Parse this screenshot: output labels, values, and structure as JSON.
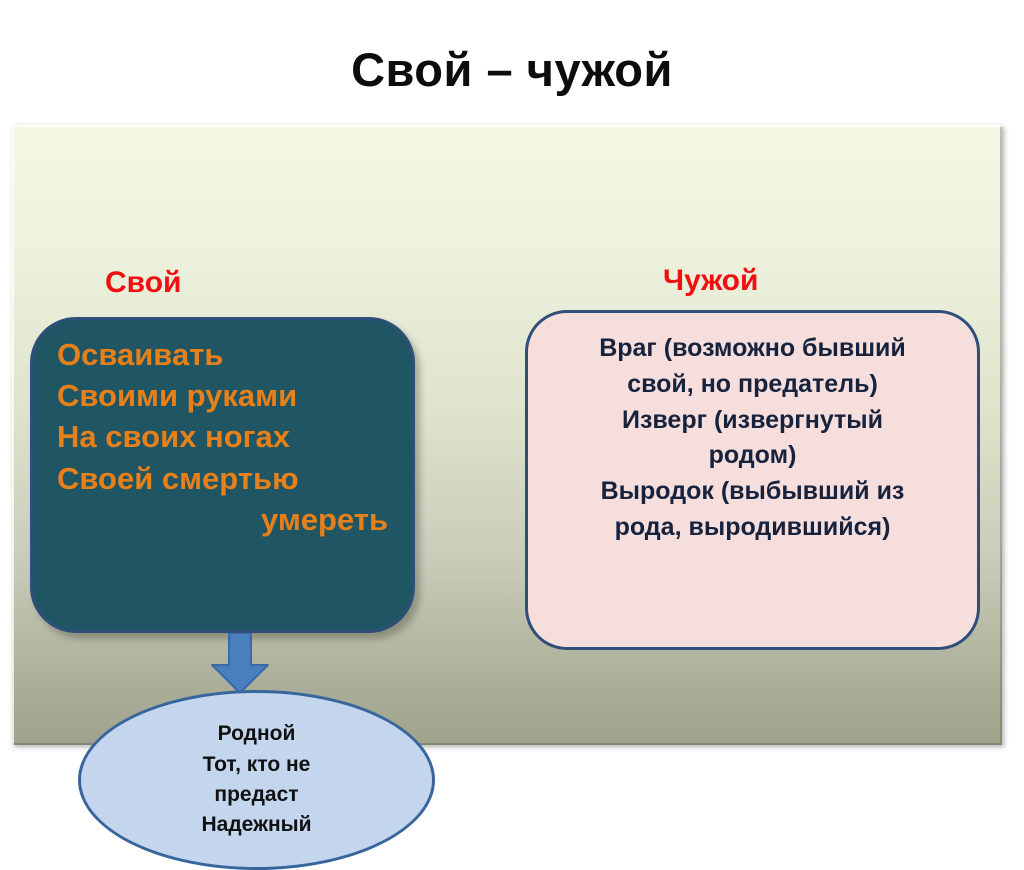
{
  "slide": {
    "title": "Свой – чужой",
    "columns": {
      "left_heading": "Свой",
      "right_heading": "Чужой"
    },
    "teal_box": {
      "lines": [
        "Осваивать",
        "Своими руками",
        "На своих ногах",
        "Своей смертью",
        "умереть"
      ],
      "text_color": "#e8801a",
      "fill_color": "#205663",
      "border_color": "#2f4f7a"
    },
    "pink_box": {
      "lines": [
        "Враг (возможно бывший",
        "свой, но предатель)",
        "Изверг (извергнутый",
        "родом)",
        "Выродок (выбывший из",
        "рода, выродившийся)"
      ],
      "text_color": "#17223d",
      "fill_color": "#f6dedd",
      "border_color": "#2f4f7a"
    },
    "arrow": {
      "name": "down-arrow-icon",
      "color": "#4a7fbf",
      "direction": "down"
    },
    "ellipse": {
      "lines": [
        "Родной",
        "Тот, кто не",
        "предаст",
        "Надежный"
      ],
      "text_color": "#111111",
      "fill_color": "#c3d6ee",
      "border_color": "#37659c"
    },
    "colors": {
      "heading_red": "#ee1111",
      "title_black": "#0d0d0d",
      "panel_top": "#f3f7e4",
      "panel_bottom": "#9fa28c",
      "page_background": "#ffffff"
    }
  }
}
